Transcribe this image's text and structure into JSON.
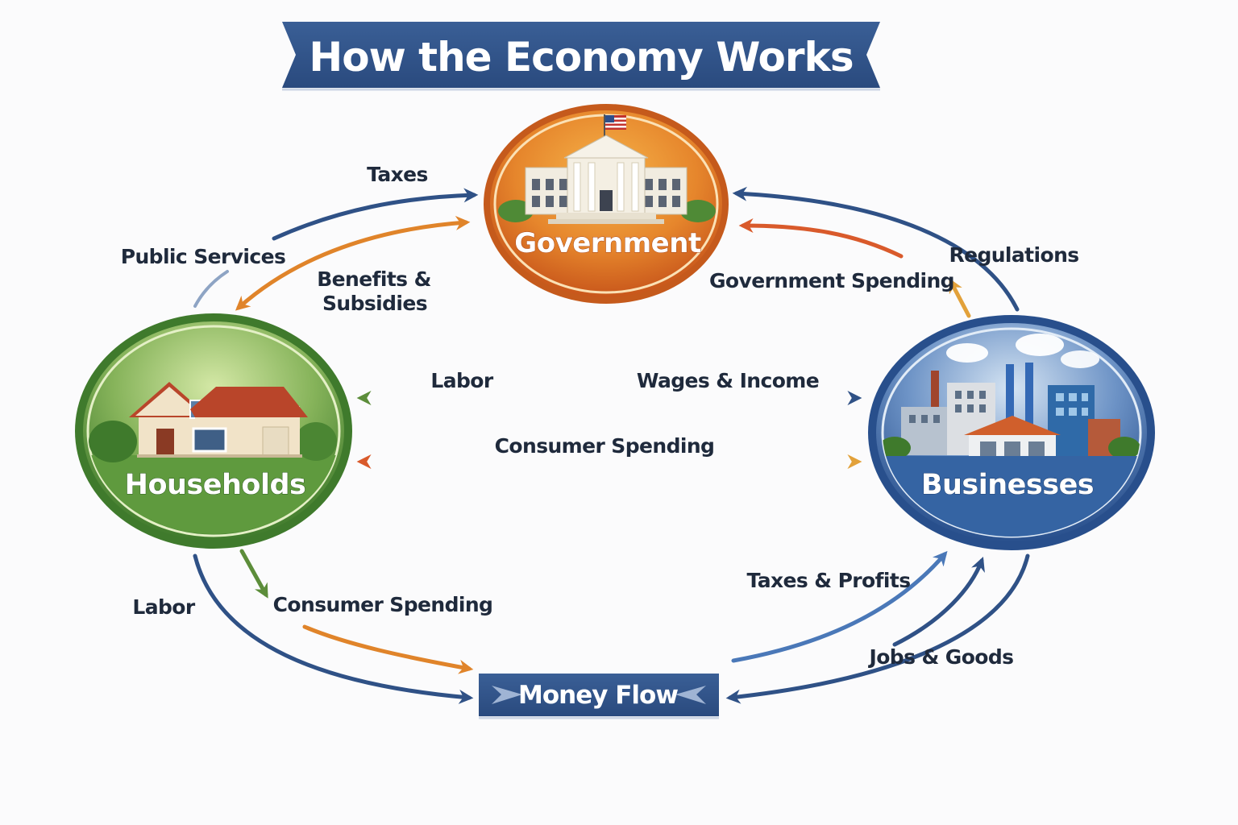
{
  "title": "How the Economy Works",
  "nodes": {
    "government": "Government",
    "households": "Households",
    "businesses": "Businesses"
  },
  "center_banner": "Money Flow",
  "labels": {
    "taxes": "Taxes",
    "public_services": "Public Services",
    "benefits_line1": "Benefits &",
    "benefits_line2": "Subsidies",
    "regulations": "Regulations",
    "government_spending": "Government Spending",
    "labor_top": "Labor",
    "wages_income": "Wages & Income",
    "consumer_spending_mid": "Consumer Spending",
    "labor_bottom": "Labor",
    "consumer_spending_bottom": "Consumer Spending",
    "taxes_profits": "Taxes & Profits",
    "jobs_goods": "Jobs & Goods"
  },
  "colors": {
    "navy": "#2f5186",
    "orange": "#e0792a",
    "green": "#5c8d3a",
    "blue": "#3a66a5"
  },
  "icons": {
    "government": "capitol-building-icon",
    "households": "house-icon",
    "businesses": "factory-icon"
  }
}
